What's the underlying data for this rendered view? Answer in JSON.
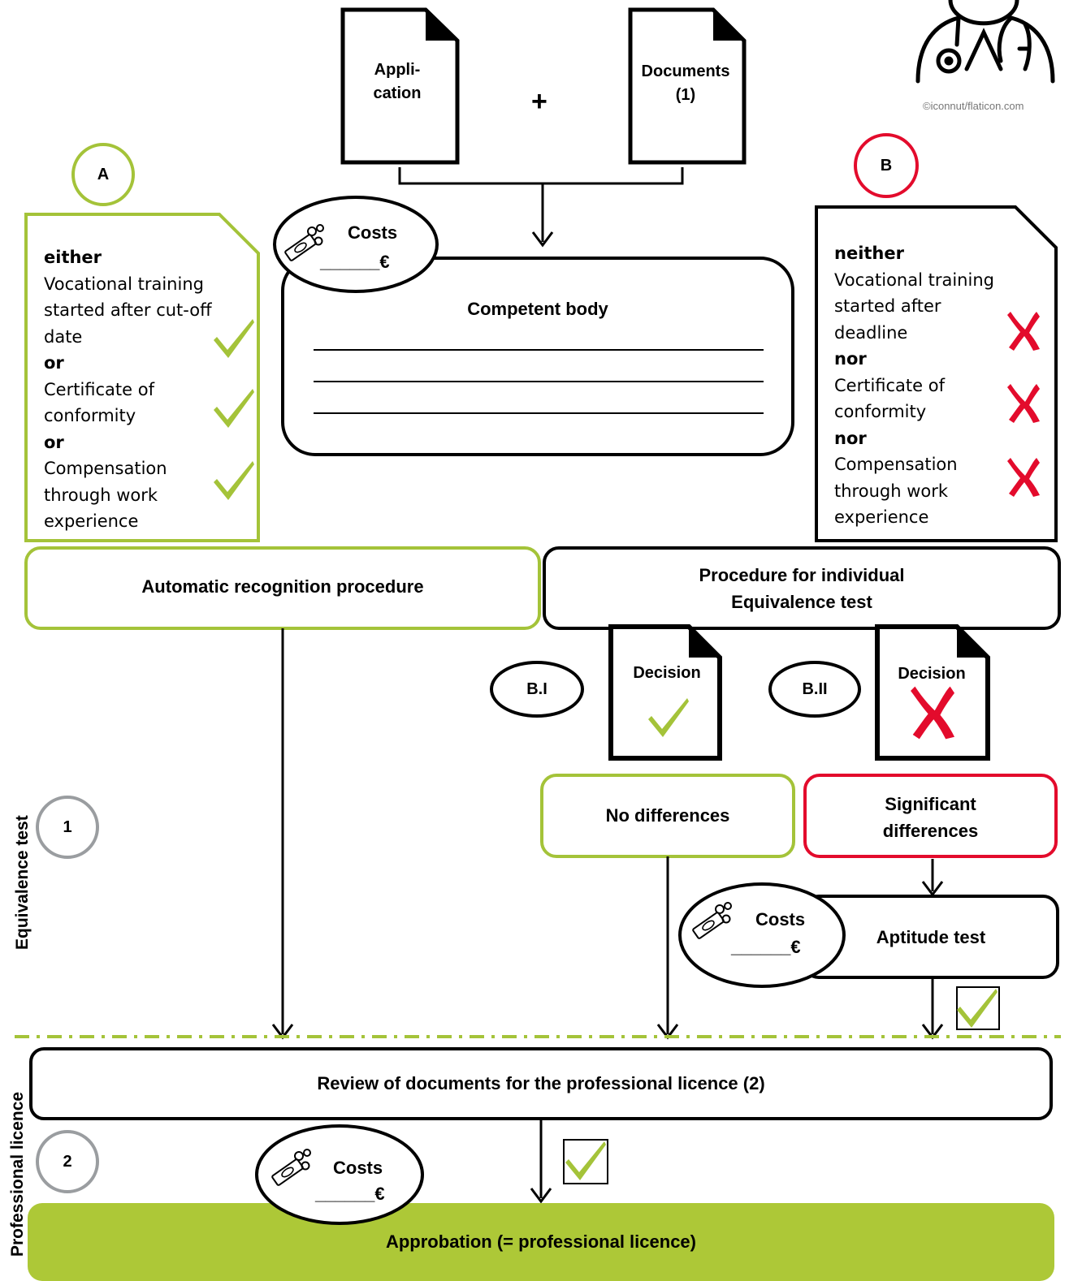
{
  "documents": {
    "application": {
      "line1": "Appli-",
      "line2": "cation"
    },
    "plus": "+",
    "documents": {
      "line1": "Documents",
      "line2": "(1)"
    }
  },
  "credit": "©iconnut/flaticon.com",
  "markers": {
    "a": "A",
    "b": "B",
    "b1": "B.I",
    "b2": "B.II",
    "step1": "1",
    "step2": "2"
  },
  "costs": {
    "label": "Costs",
    "amount": "______€"
  },
  "competent_body": {
    "title": "Competent body"
  },
  "path_a": {
    "lines": [
      "either",
      "Vocational training",
      "started after cut-off",
      "date",
      "or",
      "Certificate of",
      "conformity",
      "or",
      "Compensation",
      "through work",
      "experience"
    ]
  },
  "path_b": {
    "lines": [
      "neither",
      "Vocational training",
      "started after",
      "deadline",
      "nor",
      "Certificate of",
      "conformity",
      "nor",
      "Compensation",
      "through work",
      "experience"
    ]
  },
  "automatic": "Automatic recognition procedure",
  "individual": {
    "line1": "Procedure for individual",
    "line2": "Equivalence test"
  },
  "decision": "Decision",
  "no_differences": "No differences",
  "significant": {
    "line1": "Significant",
    "line2": "differences"
  },
  "aptitude": "Aptitude test",
  "review": "Review of documents for the professional licence (2)",
  "approbation": "Approbation (= professional licence)",
  "side_labels": {
    "equivalence": "Equivalence test",
    "licence": "Professional licence"
  },
  "colors": {
    "green": "#a4c339",
    "red": "#e30b2c",
    "approbation_fill": "#adc837",
    "grey": "#9a9da0"
  },
  "icons": [
    "doctor-stethoscope-icon",
    "money-icon",
    "check-icon",
    "cross-icon",
    "document-icon"
  ]
}
